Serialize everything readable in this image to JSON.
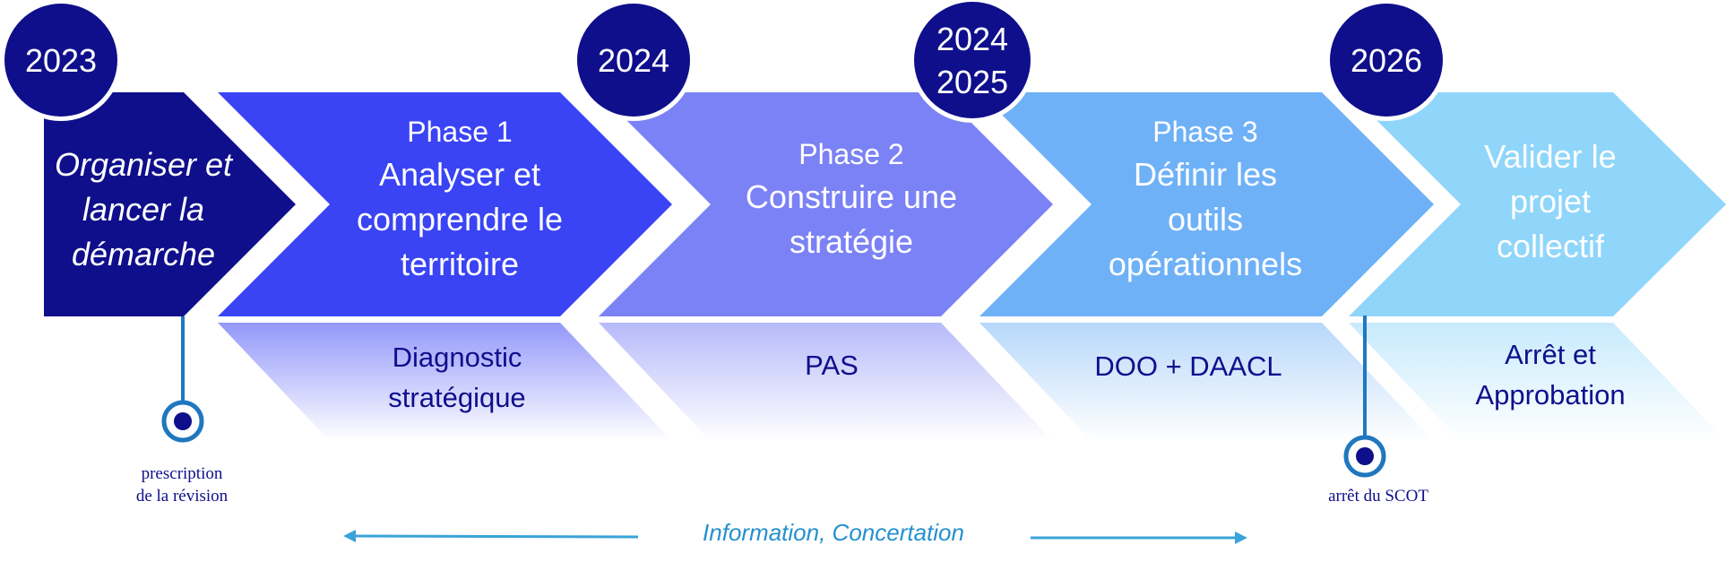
{
  "colors": {
    "navy": "#0f0f8c",
    "phase1": "#3a44f5",
    "phase2": "#7b82f5",
    "phase3": "#6fb1f7",
    "validate": "#8fd6fa",
    "line": "#1f78bf",
    "arrow": "#3aa3d9",
    "arrow_text": "#2490cf"
  },
  "years": {
    "first": "2023",
    "second": "2024",
    "third_line1": "2024",
    "third_line2": "2025",
    "fourth": "2026"
  },
  "steps": {
    "organiser": {
      "line1": "Organiser et",
      "line2": "lancer la",
      "line3": "démarche"
    },
    "phase1": {
      "phase": "Phase 1",
      "line1": "Analyser et",
      "line2": "comprendre le",
      "line3": "territoire"
    },
    "phase2": {
      "phase": "Phase 2",
      "line1": "Construire une",
      "line2": "stratégie"
    },
    "phase3": {
      "phase": "Phase 3",
      "line1": "Définir les",
      "line2": "outils",
      "line3": "opérationnels"
    },
    "validate": {
      "line1": "Valider le",
      "line2": "projet",
      "line3": "collectif"
    }
  },
  "deliverables": {
    "phase1": {
      "line1": "Diagnostic",
      "line2": "stratégique"
    },
    "phase2": {
      "line1": "PAS"
    },
    "phase3": {
      "line1": "DOO + DAACL"
    },
    "validate": {
      "line1": "Arrêt et",
      "line2": "Approbation"
    }
  },
  "milestones": {
    "prescription": {
      "line1": "prescription",
      "line2": "de la révision"
    },
    "arret": {
      "line1": "arrêt du SCOT"
    }
  },
  "bottom": {
    "label": "Information, Concertation"
  }
}
